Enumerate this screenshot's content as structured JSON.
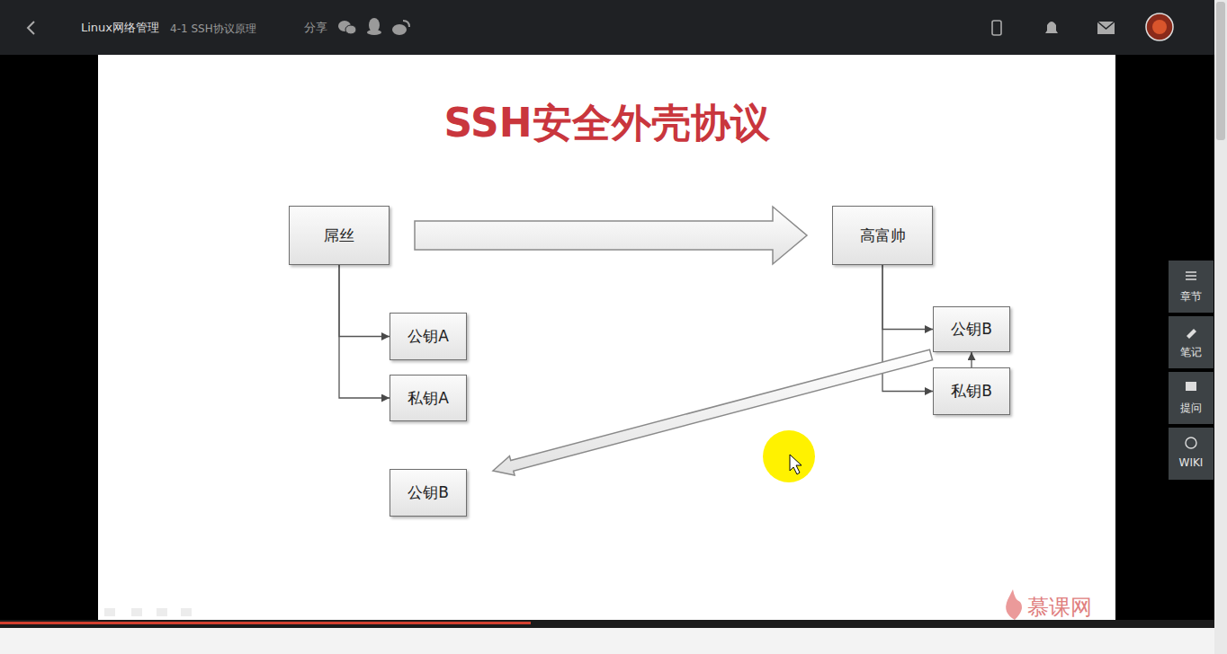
{
  "diagram": {
    "title": "SSH安全外壳协议",
    "nodes": [
      {
        "text": [
          "屌丝"
        ]
      },
      {
        "text": [
          "高富帅"
        ]
      },
      {
        "text": [
          "公钥A"
        ]
      },
      {
        "text": [
          "私钥A"
        ]
      },
      {
        "text": [
          "公钥B"
        ]
      },
      {
        "text": [
          "私钥B"
        ]
      },
      {
        "text": [
          "公钥B"
        ]
      }
    ],
    "edges": [
      {
        "from": 0,
        "to": 2,
        "arrow": "to"
      },
      {
        "from": 0,
        "to": 3,
        "arrow": "to"
      },
      {
        "from": 1,
        "to": 4,
        "arrow": "to"
      },
      {
        "from": 1,
        "to": 5,
        "arrow": "to"
      },
      {
        "from": 0,
        "to": 1,
        "arrow": "to"
      },
      {
        "from": 5,
        "to": 4,
        "arrow": "to"
      },
      {
        "from": 4,
        "to": 6,
        "arrow": "to"
      }
    ],
    "labels": [
      "Linux网络管理",
      "4-1 SSH协议原理",
      "分享",
      "章节",
      "笔记",
      "提问",
      "WIKI",
      "慕课网"
    ]
  }
}
